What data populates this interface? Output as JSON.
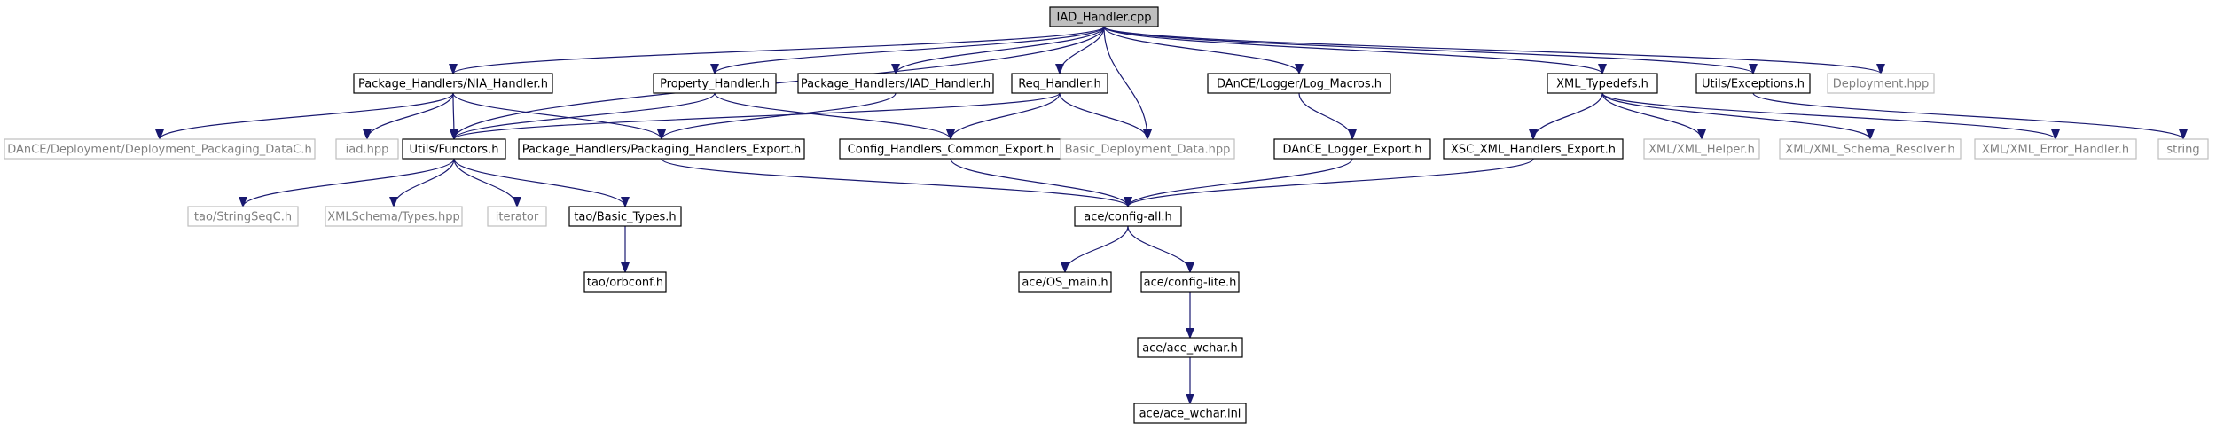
{
  "diagram": {
    "title": "",
    "nodes": [
      {
        "id": "iad_handler_cpp",
        "label": "IAD_Handler.cpp",
        "kind": "root"
      },
      {
        "id": "nia_handler_h",
        "label": "Package_Handlers/NIA_Handler.h",
        "kind": "local"
      },
      {
        "id": "property_handler_h",
        "label": "Property_Handler.h",
        "kind": "local"
      },
      {
        "id": "pkg_iad_handler_h",
        "label": "Package_Handlers/IAD_Handler.h",
        "kind": "local"
      },
      {
        "id": "req_handler_h",
        "label": "Req_Handler.h",
        "kind": "local"
      },
      {
        "id": "log_macros_h",
        "label": "DAnCE/Logger/Log_Macros.h",
        "kind": "local"
      },
      {
        "id": "xml_typedefs_h",
        "label": "XML_Typedefs.h",
        "kind": "local"
      },
      {
        "id": "utils_exceptions_h",
        "label": "Utils/Exceptions.h",
        "kind": "local"
      },
      {
        "id": "deployment_hpp",
        "label": "Deployment.hpp",
        "kind": "external"
      },
      {
        "id": "dance_packaging_datac_h",
        "label": "DAnCE/Deployment/Deployment_Packaging_DataC.h",
        "kind": "external"
      },
      {
        "id": "iad_hpp",
        "label": "iad.hpp",
        "kind": "external"
      },
      {
        "id": "utils_functors_h",
        "label": "Utils/Functors.h",
        "kind": "local"
      },
      {
        "id": "packaging_handlers_export_h",
        "label": "Package_Handlers/Packaging_Handlers_Export.h",
        "kind": "local"
      },
      {
        "id": "config_handlers_common_export_h",
        "label": "Config_Handlers_Common_Export.h",
        "kind": "local"
      },
      {
        "id": "basic_deployment_data_hpp",
        "label": "Basic_Deployment_Data.hpp",
        "kind": "external"
      },
      {
        "id": "dance_logger_export_h",
        "label": "DAnCE_Logger_Export.h",
        "kind": "local"
      },
      {
        "id": "xsc_xml_handlers_export_h",
        "label": "XSC_XML_Handlers_Export.h",
        "kind": "local"
      },
      {
        "id": "xml_helper_h",
        "label": "XML/XML_Helper.h",
        "kind": "external"
      },
      {
        "id": "xml_schema_resolver_h",
        "label": "XML/XML_Schema_Resolver.h",
        "kind": "external"
      },
      {
        "id": "xml_error_handler_h",
        "label": "XML/XML_Error_Handler.h",
        "kind": "external"
      },
      {
        "id": "string",
        "label": "string",
        "kind": "external"
      },
      {
        "id": "tao_stringseqc_h",
        "label": "tao/StringSeqC.h",
        "kind": "external"
      },
      {
        "id": "xmlschema_types_hpp",
        "label": "XMLSchema/Types.hpp",
        "kind": "external"
      },
      {
        "id": "iterator",
        "label": "iterator",
        "kind": "external"
      },
      {
        "id": "tao_basic_types_h",
        "label": "tao/Basic_Types.h",
        "kind": "local"
      },
      {
        "id": "ace_config_all_h",
        "label": "ace/config-all.h",
        "kind": "local"
      },
      {
        "id": "tao_orbconf_h",
        "label": "tao/orbconf.h",
        "kind": "local"
      },
      {
        "id": "ace_os_main_h",
        "label": "ace/OS_main.h",
        "kind": "local"
      },
      {
        "id": "ace_config_lite_h",
        "label": "ace/config-lite.h",
        "kind": "local"
      },
      {
        "id": "ace_ace_wchar_h",
        "label": "ace/ace_wchar.h",
        "kind": "local"
      },
      {
        "id": "ace_ace_wchar_inl",
        "label": "ace/ace_wchar.inl",
        "kind": "local"
      }
    ],
    "edges": [
      {
        "from": "iad_handler_cpp",
        "to": "nia_handler_h"
      },
      {
        "from": "iad_handler_cpp",
        "to": "utils_functors_h"
      },
      {
        "from": "iad_handler_cpp",
        "to": "property_handler_h"
      },
      {
        "from": "iad_handler_cpp",
        "to": "pkg_iad_handler_h"
      },
      {
        "from": "iad_handler_cpp",
        "to": "req_handler_h"
      },
      {
        "from": "iad_handler_cpp",
        "to": "basic_deployment_data_hpp"
      },
      {
        "from": "iad_handler_cpp",
        "to": "log_macros_h"
      },
      {
        "from": "iad_handler_cpp",
        "to": "xml_typedefs_h"
      },
      {
        "from": "iad_handler_cpp",
        "to": "utils_exceptions_h"
      },
      {
        "from": "iad_handler_cpp",
        "to": "deployment_hpp"
      },
      {
        "from": "nia_handler_h",
        "to": "dance_packaging_datac_h"
      },
      {
        "from": "nia_handler_h",
        "to": "iad_hpp"
      },
      {
        "from": "nia_handler_h",
        "to": "utils_functors_h"
      },
      {
        "from": "nia_handler_h",
        "to": "packaging_handlers_export_h"
      },
      {
        "from": "property_handler_h",
        "to": "utils_functors_h"
      },
      {
        "from": "property_handler_h",
        "to": "config_handlers_common_export_h"
      },
      {
        "from": "pkg_iad_handler_h",
        "to": "packaging_handlers_export_h"
      },
      {
        "from": "req_handler_h",
        "to": "utils_functors_h"
      },
      {
        "from": "req_handler_h",
        "to": "config_handlers_common_export_h"
      },
      {
        "from": "req_handler_h",
        "to": "basic_deployment_data_hpp"
      },
      {
        "from": "log_macros_h",
        "to": "dance_logger_export_h"
      },
      {
        "from": "xml_typedefs_h",
        "to": "xsc_xml_handlers_export_h"
      },
      {
        "from": "xml_typedefs_h",
        "to": "xml_helper_h"
      },
      {
        "from": "xml_typedefs_h",
        "to": "xml_schema_resolver_h"
      },
      {
        "from": "xml_typedefs_h",
        "to": "xml_error_handler_h"
      },
      {
        "from": "utils_exceptions_h",
        "to": "string"
      },
      {
        "from": "utils_functors_h",
        "to": "tao_stringseqc_h"
      },
      {
        "from": "utils_functors_h",
        "to": "xmlschema_types_hpp"
      },
      {
        "from": "utils_functors_h",
        "to": "iterator"
      },
      {
        "from": "utils_functors_h",
        "to": "tao_basic_types_h"
      },
      {
        "from": "packaging_handlers_export_h",
        "to": "ace_config_all_h"
      },
      {
        "from": "config_handlers_common_export_h",
        "to": "ace_config_all_h"
      },
      {
        "from": "dance_logger_export_h",
        "to": "ace_config_all_h"
      },
      {
        "from": "xsc_xml_handlers_export_h",
        "to": "ace_config_all_h"
      },
      {
        "from": "tao_basic_types_h",
        "to": "tao_orbconf_h"
      },
      {
        "from": "ace_config_all_h",
        "to": "ace_os_main_h"
      },
      {
        "from": "ace_config_all_h",
        "to": "ace_config_lite_h"
      },
      {
        "from": "ace_config_lite_h",
        "to": "ace_ace_wchar_h"
      },
      {
        "from": "ace_ace_wchar_h",
        "to": "ace_ace_wchar_inl"
      }
    ]
  }
}
